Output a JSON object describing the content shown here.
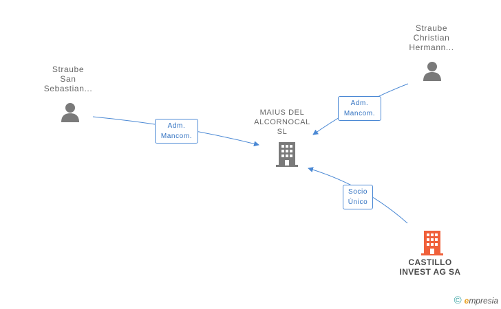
{
  "nodes": {
    "person_san_sebastian": {
      "label": "Straube\nSan\nSebastian..."
    },
    "person_christian": {
      "label": "Straube\nChristian\nHermann..."
    },
    "company_maius": {
      "label": "MAIUS DEL\nALCORNOCAL\nSL"
    },
    "company_castillo": {
      "label": "CASTILLO\nINVEST AG SA"
    }
  },
  "edges": {
    "san_sebastian_to_maius": {
      "label": "Adm.\nMancom."
    },
    "christian_to_maius": {
      "label": "Adm.\nMancom."
    },
    "castillo_to_maius": {
      "label": "Socio\nÚnico"
    }
  },
  "colors": {
    "edge": "#4a88d4",
    "person_icon": "#7a7a7a",
    "company_icon": "#7a7a7a",
    "highlight_company_icon": "#f0603a"
  },
  "footer": {
    "copyright_symbol": "©",
    "brand_prefix": "e",
    "brand_rest": "mpresia"
  }
}
